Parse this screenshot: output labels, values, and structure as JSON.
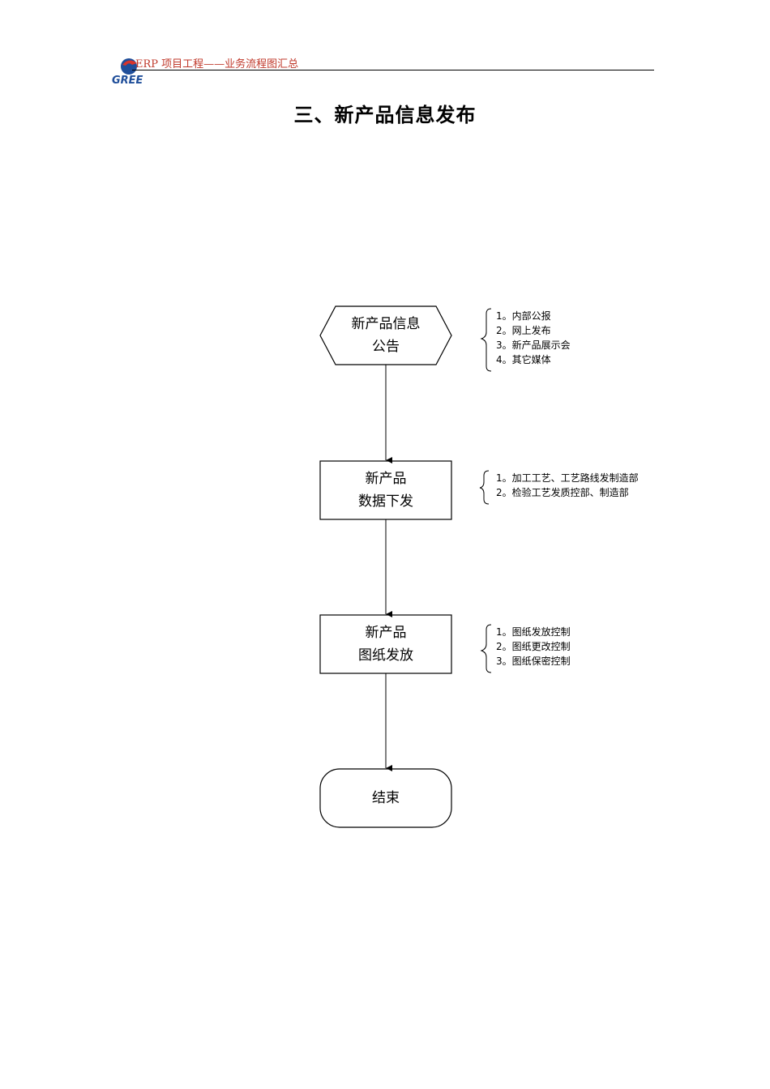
{
  "header": {
    "logo_text": "GREE",
    "title": "ERP 项目工程——业务流程图汇总"
  },
  "page_title": "三、新产品信息发布",
  "flow": {
    "nodes": [
      {
        "lines": [
          "新产品信息",
          "公告"
        ],
        "shape": "hexagon"
      },
      {
        "lines": [
          "新产品",
          "数据下发"
        ],
        "shape": "rectangle"
      },
      {
        "lines": [
          "新产品",
          "图纸发放"
        ],
        "shape": "rectangle"
      },
      {
        "lines": [
          "结束"
        ],
        "shape": "rounded-terminator"
      }
    ],
    "notes": [
      [
        "1。内部公报",
        "2。网上发布",
        "3。新产品展示会",
        "4。其它媒体"
      ],
      [
        "1。加工工艺、工艺路线发制造部",
        "2。检验工艺发质控部、制造部"
      ],
      [
        "1。图纸发放控制",
        "2。图纸更改控制",
        "3。图纸保密控制"
      ]
    ]
  },
  "colors": {
    "header_text": "#c0392b",
    "logo_blue": "#1f4e9a",
    "logo_red": "#d9342b"
  }
}
